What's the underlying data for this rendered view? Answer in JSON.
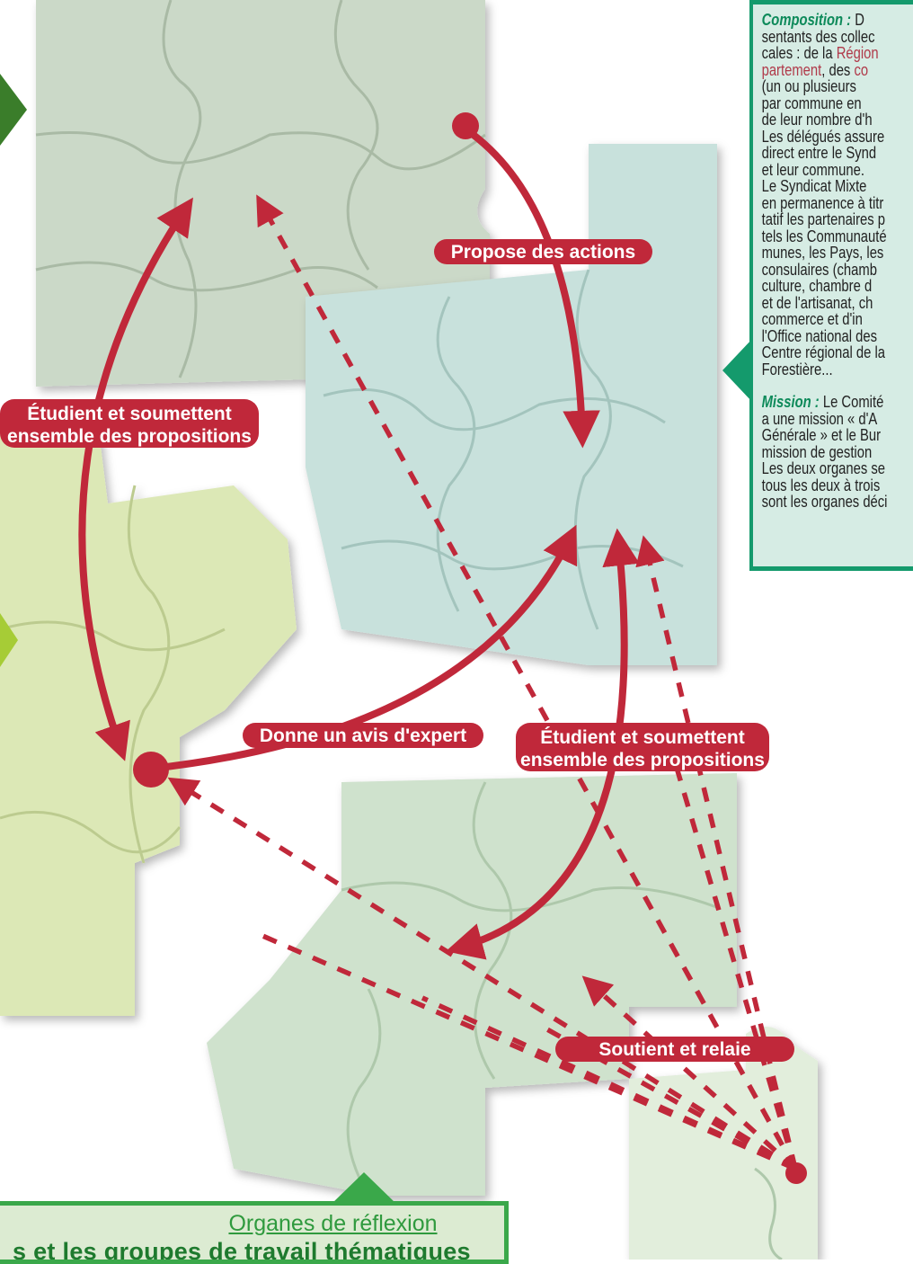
{
  "labels": {
    "propose": "Propose des actions",
    "study_left_1": "Étudient et soumettent",
    "study_left_2": "ensemble des propositions",
    "avis": "Donne un avis d'expert",
    "study_right_1": "Étudient et soumettent",
    "study_right_2": "ensemble des propositions",
    "soutient": "Soutient et relaie"
  },
  "info_box": {
    "composition_label": "Composition :",
    "lines": [
      "D",
      "sentants des collec",
      "cales : de la ",
      "partement",
      ", des ",
      "co",
      "(un ou plusieurs",
      "par commune en",
      "de leur nombre d'h",
      "Les délégués assure",
      "direct entre le Synd",
      "et leur commune.",
      "Le Syndicat Mixte",
      "en permanence à titr",
      "tatif les partenaires p",
      "tels les Communauté",
      "munes, les Pays, les",
      "consulaires (chamb",
      "culture, chambre d",
      "et de l'artisanat, ch",
      "commerce et d'in",
      "l'Office national des",
      "Centre régional de la",
      "Forestière...",
      "Région"
    ],
    "mission_label": "Mission :",
    "mission_lines": [
      " Le Comité",
      "a une mission « d'A",
      "Générale » et le Bur",
      "mission de gestion",
      "Les deux organes se",
      "tous les deux à trois",
      "sont les organes déci"
    ]
  },
  "bottom_box": {
    "subtitle": "Organes de réflexion",
    "title": "s et les groupes de travail thématiques"
  },
  "colors": {
    "arrow_red": "#c0283a",
    "label_bg": "#c0283a",
    "info_border": "#149a6c",
    "info_bg": "#d6ece4",
    "bottom_border": "#3aa84a",
    "bottom_bg": "#dcebd2",
    "dark_green_marker": "#3a7d2a",
    "lime_marker": "#a6cc36"
  }
}
